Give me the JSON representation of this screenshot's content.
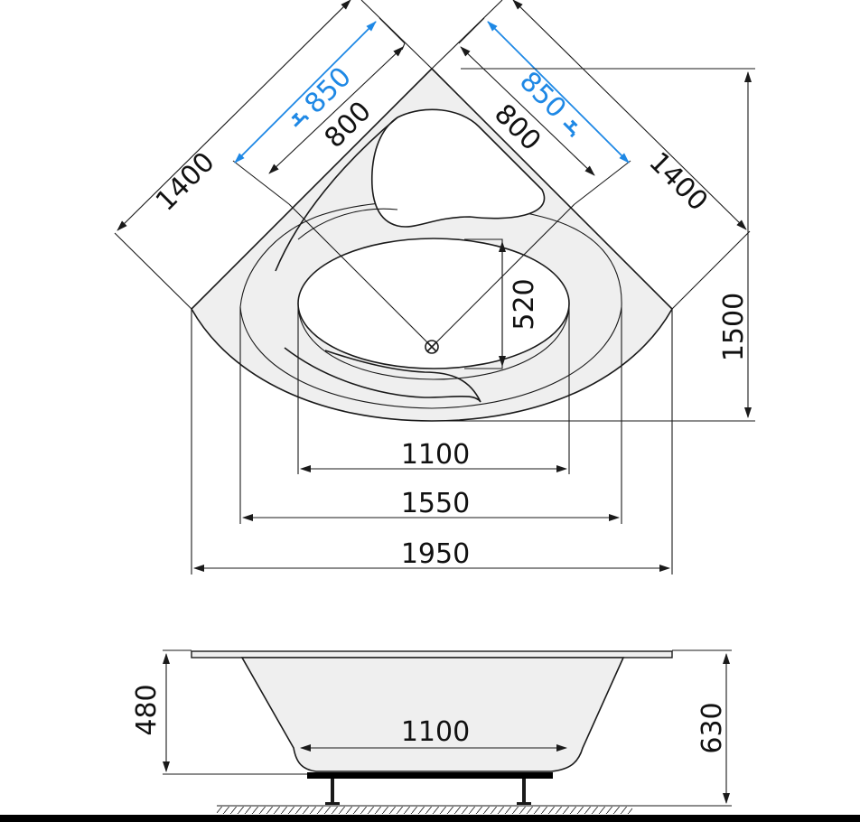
{
  "colors": {
    "line": "#1a1a1a",
    "tub_fill": "#efefef",
    "tap_dimension": "#1e88e5",
    "floor_bar": "#000000"
  },
  "plan_view": {
    "diag_outer_left": "1400",
    "diag_outer_right": "1400",
    "diag_tap_left": "850",
    "diag_tap_right": "850",
    "diag_inner_left": "800",
    "diag_inner_right": "800",
    "basin_depth": "520",
    "height_right": "1500",
    "width_basin": "1100",
    "width_rim": "1550",
    "width_overall": "1950"
  },
  "side_view": {
    "inner_height": "480",
    "overall_height": "630",
    "basin_bottom": "1100"
  },
  "icons": {
    "tap_left": "tap-icon",
    "tap_right": "tap-icon",
    "drain": "drain-icon"
  }
}
